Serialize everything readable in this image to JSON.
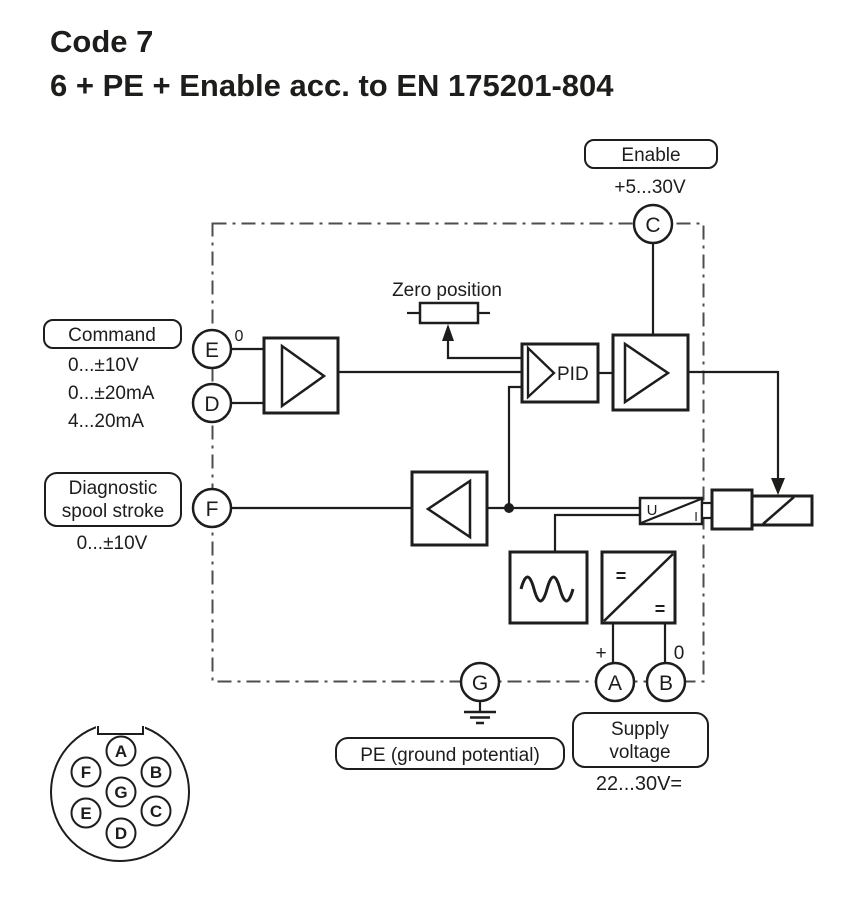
{
  "title": {
    "line1": "Code 7",
    "line2": "6 + PE + Enable acc. to EN 175201-804"
  },
  "enable": {
    "label": "Enable",
    "voltage": "+5...30V",
    "terminal": "C"
  },
  "command": {
    "label": "Command",
    "ranges": [
      "0...±10V",
      "0...±20mA",
      "4...20mA"
    ],
    "terminal_e": "E",
    "terminal_d": "D",
    "e_marker": "0"
  },
  "zero_position": {
    "label": "Zero position"
  },
  "pid": {
    "label": "PID"
  },
  "diagnostic": {
    "label_line1": "Diagnostic",
    "label_line2": "spool stroke",
    "range": "0...±10V",
    "terminal": "F"
  },
  "transducer": {
    "u": "U",
    "i": "I"
  },
  "dcdc": {
    "eq_top": "=",
    "eq_bottom": "="
  },
  "ground": {
    "terminal": "G",
    "label": "PE (ground potential)"
  },
  "supply": {
    "label_line1": "Supply",
    "label_line2": "voltage",
    "range": "22...30V=",
    "terminal_a": "A",
    "terminal_b": "B",
    "plus_marker": "+",
    "zero_marker": "0"
  },
  "connector": {
    "pin_a": "A",
    "pin_b": "B",
    "pin_c": "C",
    "pin_d": "D",
    "pin_e": "E",
    "pin_f": "F",
    "pin_g": "G"
  },
  "colors": {
    "line": "#1d1d1b",
    "enclosure_border": "#4d4d4d",
    "background": "#ffffff"
  }
}
